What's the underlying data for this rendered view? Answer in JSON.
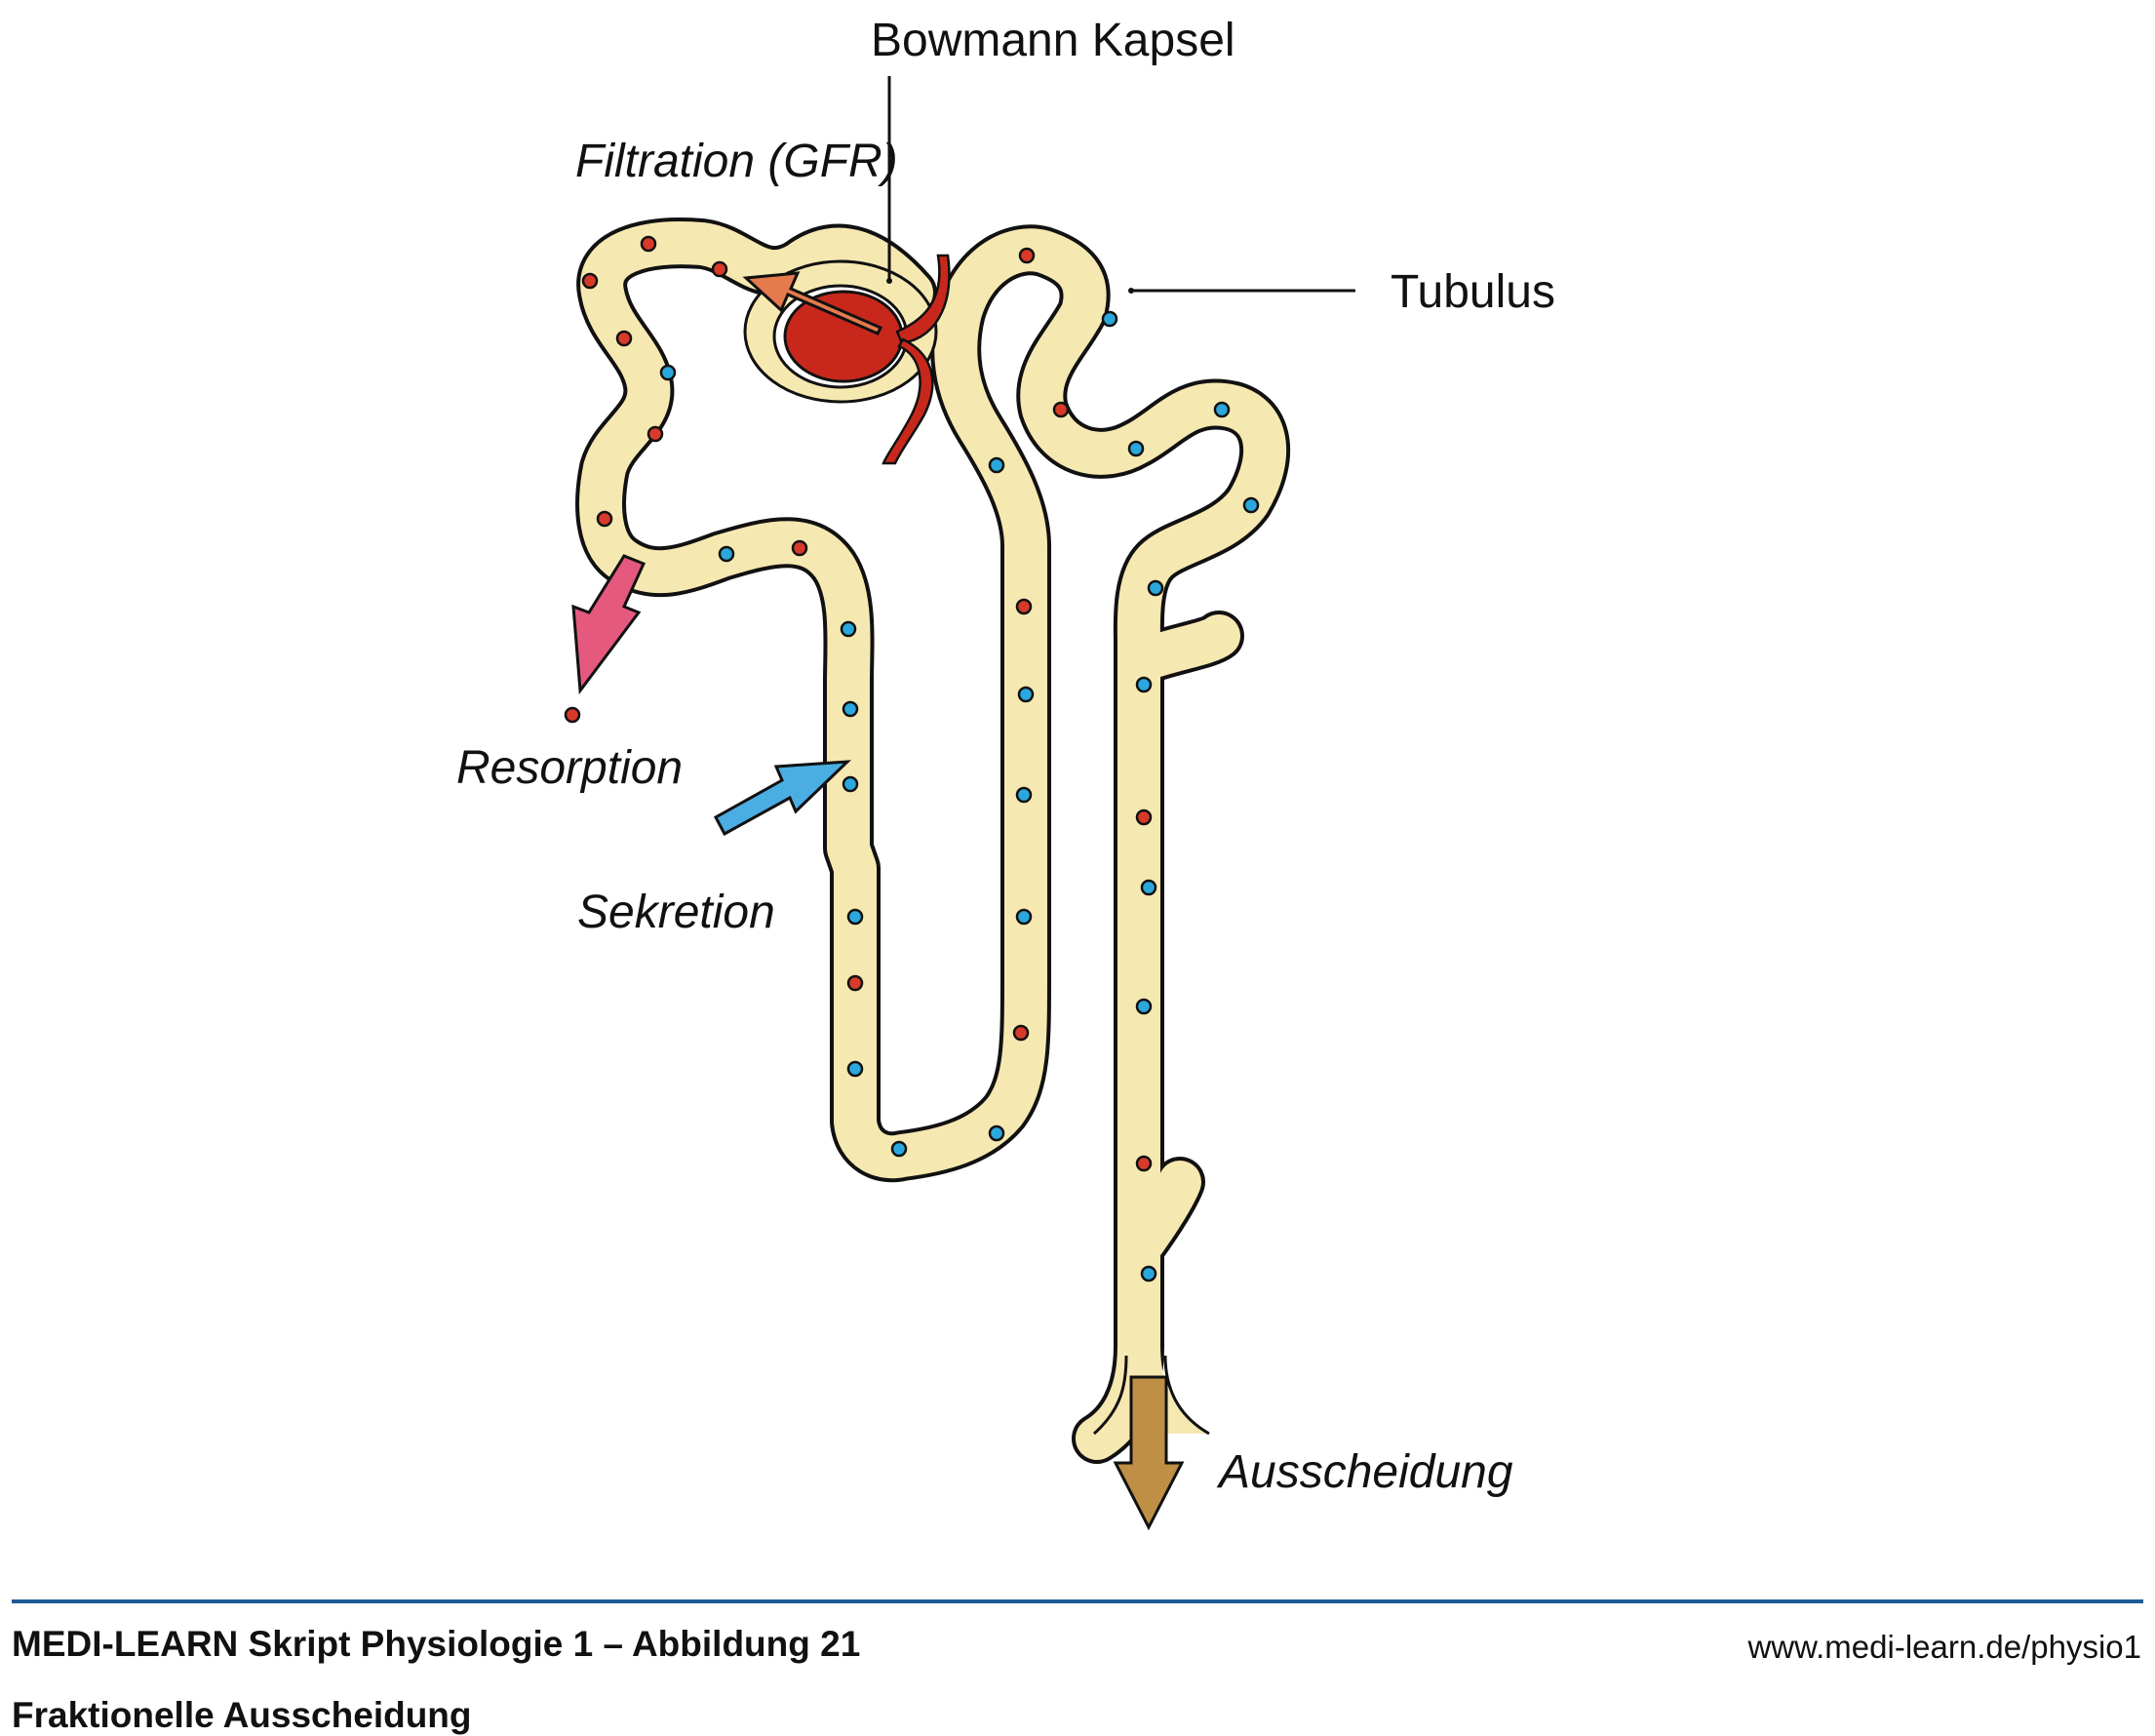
{
  "labels": {
    "bowmann": "Bowmann Kapsel",
    "filtration": "Filtration (GFR)",
    "tubulus": "Tubulus",
    "resorption": "Resorption",
    "sekretion": "Sekretion",
    "ausscheidung": "Ausscheidung"
  },
  "footer": {
    "title": "MEDI-LEARN Skript Physiologie 1 – Abbildung 21",
    "subtitle": "Fraktionelle Ausscheidung",
    "url": "www.medi-learn.de/physio1"
  },
  "colors": {
    "tubule_fill": "#f6e8b1",
    "outline": "#111111",
    "glomerulus": "#c8281c",
    "filtration_arrow": "#e57a4c",
    "resorption_arrow": "#e5597e",
    "secretion_arrow": "#4aaee3",
    "excretion_arrow": "#bf8f45",
    "particle_red": "#d83a2a",
    "particle_blue": "#2aa8dd",
    "footer_rule": "#1f5a96"
  }
}
